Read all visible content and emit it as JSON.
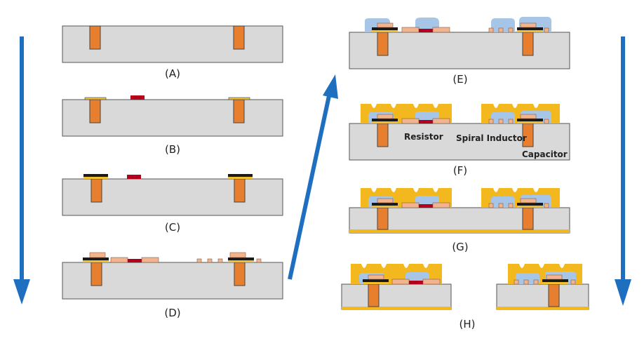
{
  "steps": [
    {
      "id": "A",
      "label": "(A)"
    },
    {
      "id": "B",
      "label": "(B)"
    },
    {
      "id": "C",
      "label": "(C)"
    },
    {
      "id": "D",
      "label": "(D)"
    },
    {
      "id": "E",
      "label": "(E)"
    },
    {
      "id": "F",
      "label": "(F)"
    },
    {
      "id": "G",
      "label": "(G)"
    },
    {
      "id": "H",
      "label": "(H)"
    }
  ],
  "annotations": {
    "resistor": "Resistor",
    "spiral_inductor": "Spiral Inductor",
    "capacitor": "Capacitor"
  },
  "colors": {
    "substrate": "#d9d9d9",
    "via": "#e87f2e",
    "resistor": "#b3001b",
    "metal": "#f2b48f",
    "dielectric_dark": "#1a1a1a",
    "seed_yellow": "#f0c030",
    "passivation": "#a7c5e6",
    "encapsulant": "#f2b81d",
    "arrow": "#1f6fc0"
  },
  "arrow_icons": [
    "down-arrow-icon",
    "up-right-arrow-icon",
    "down-arrow-icon"
  ]
}
